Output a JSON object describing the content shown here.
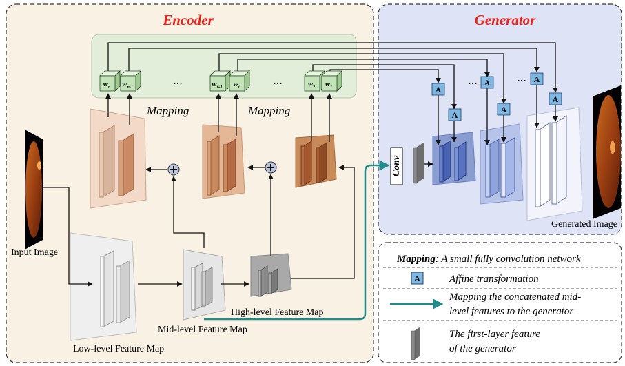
{
  "encoder": {
    "title": "Encoder",
    "w_tokens": [
      "w",
      "w",
      "w",
      "w",
      "w",
      "w"
    ],
    "w_subs": [
      "n",
      "n-1",
      "i+1",
      "i",
      "2",
      "1"
    ],
    "mapping_labels": [
      "Mapping",
      "Mapping"
    ],
    "ellipsis": [
      "...",
      "..."
    ]
  },
  "generator": {
    "title": "Generator",
    "affine_label": "A",
    "ellipsis": [
      "...",
      "..."
    ],
    "conv_label": "Conv",
    "output_label": "Generated Image"
  },
  "labels": {
    "input_image": "Input Image",
    "low_level": "Low-level Feature Map",
    "mid_level": "Mid-level Feature Map",
    "high_level": "High-level Feature Map"
  },
  "legend": {
    "mapping_term": "Mapping",
    "mapping_def": ": A small fully convolution network",
    "affine_icon": "A",
    "affine_text": "Affine transformation",
    "arrow_text_1": "Mapping the concatenated mid-",
    "arrow_text_2": "level features to the generator",
    "feature_text_1": "The first-layer feature",
    "feature_text_2": "of the generator"
  },
  "colors": {
    "encoder_bg": "#f8f1e4",
    "generator_bg": "#dee3f5",
    "mapping_bg": "#e2eeda",
    "title_red": "#e8231c",
    "teal": "#1f8b8b",
    "w_box": "#c2e4b8",
    "affine_box": "#7fb7e3",
    "brown": "#b46a44",
    "blue_layer": "#5a73c0"
  }
}
